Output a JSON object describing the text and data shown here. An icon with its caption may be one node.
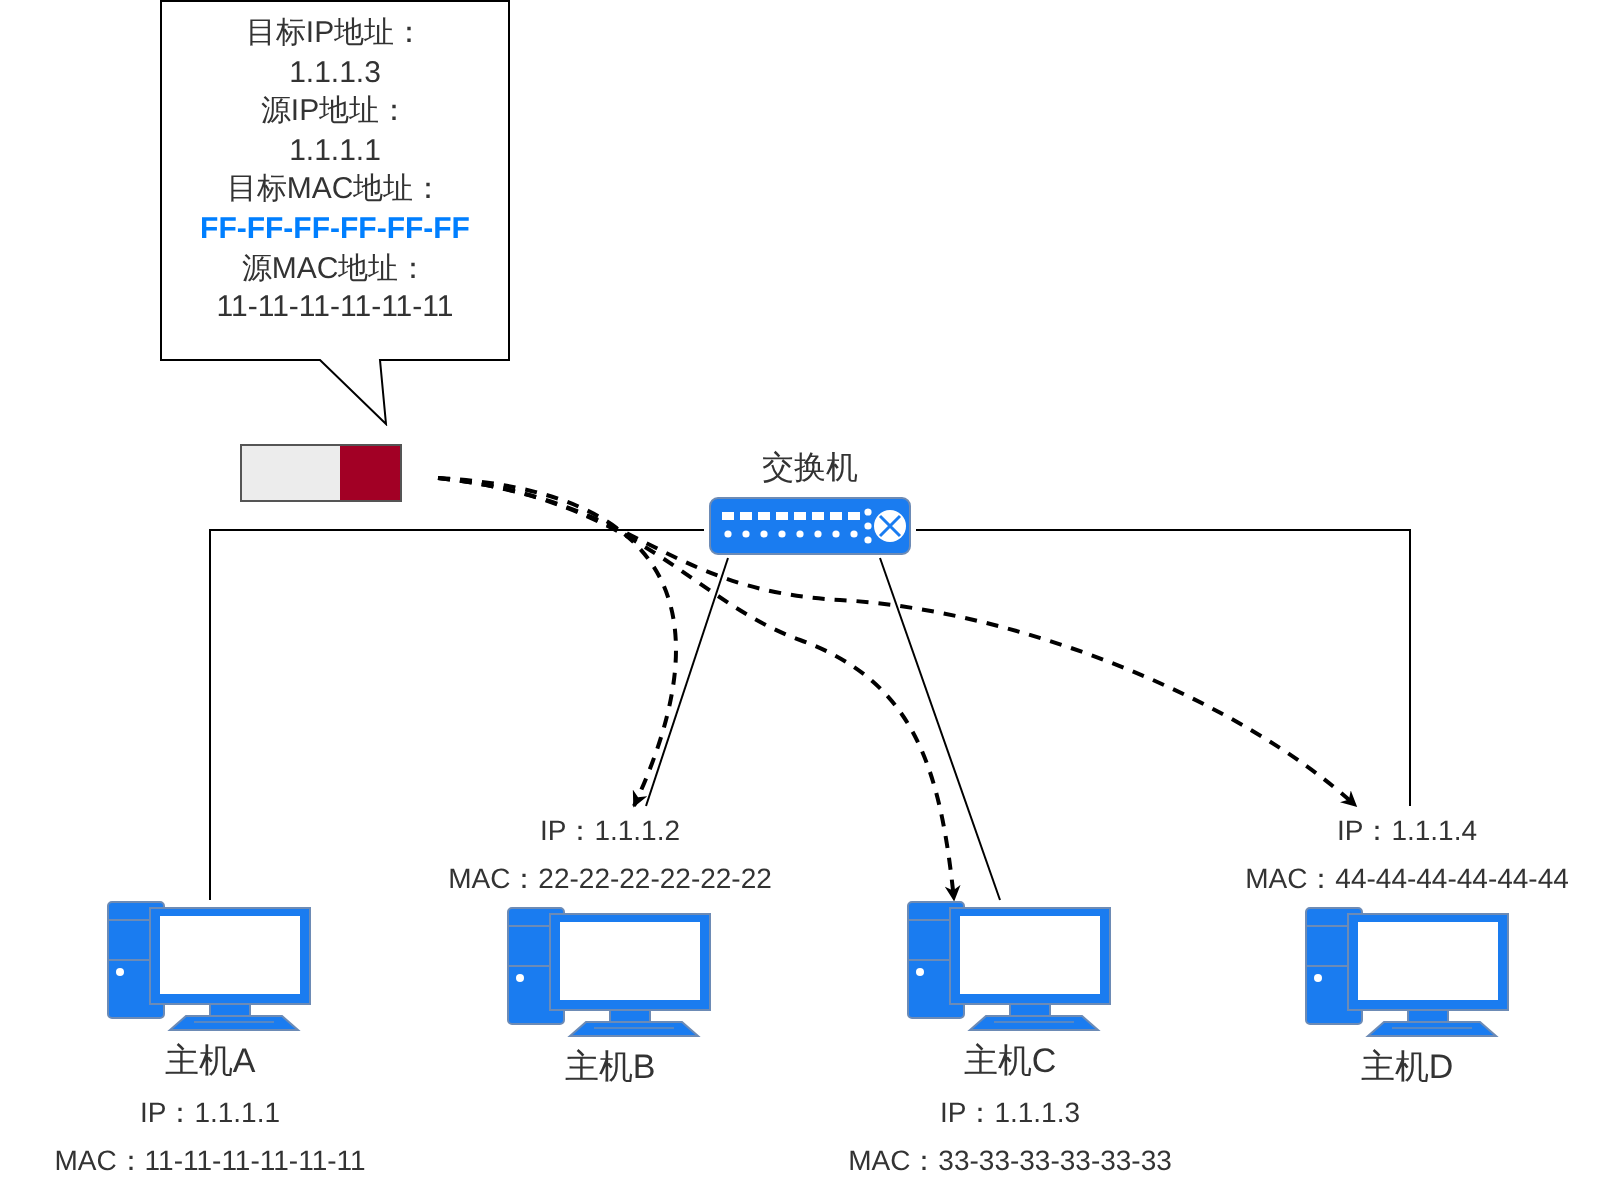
{
  "diagram": {
    "nodes": [
      {
        "text": [
          "目标IP地址：",
          "1.1.1.3",
          "源IP地址：",
          "1.1.1.1",
          "目标MAC地址：",
          "FF-FF-FF-FF-FF-FF",
          "源MAC地址：",
          "11-11-11-11-11-11"
        ]
      },
      {
        "text": [],
        "shape": "box"
      },
      {
        "text": [
          "交换机"
        ]
      },
      {
        "text": [
          "主机A"
        ],
        "beside": [
          "IP：1.1.1.1",
          "MAC：11-11-11-11-11-11"
        ]
      },
      {
        "text": [
          "主机B"
        ],
        "beside": [
          "IP：1.1.1.2",
          "MAC：22-22-22-22-22-22"
        ]
      },
      {
        "text": [
          "主机C"
        ],
        "beside": [
          "IP：1.1.1.3",
          "MAC：33-33-33-33-33-33"
        ]
      },
      {
        "text": [
          "主机D"
        ],
        "beside": [
          "IP：1.1.1.4",
          "MAC：44-44-44-44-44-44"
        ]
      }
    ],
    "edges": [
      {
        "from": 2,
        "to": 3,
        "arrow": "none"
      },
      {
        "from": 2,
        "to": 4,
        "arrow": "none"
      },
      {
        "from": 2,
        "to": 5,
        "arrow": "none"
      },
      {
        "from": 2,
        "to": 6,
        "arrow": "none"
      },
      {
        "from": 1,
        "to": 4,
        "arrow": "to",
        "style": "dashed"
      },
      {
        "from": 1,
        "to": 5,
        "arrow": "to",
        "style": "dashed"
      },
      {
        "from": 1,
        "to": 6,
        "arrow": "to",
        "style": "dashed"
      }
    ]
  }
}
